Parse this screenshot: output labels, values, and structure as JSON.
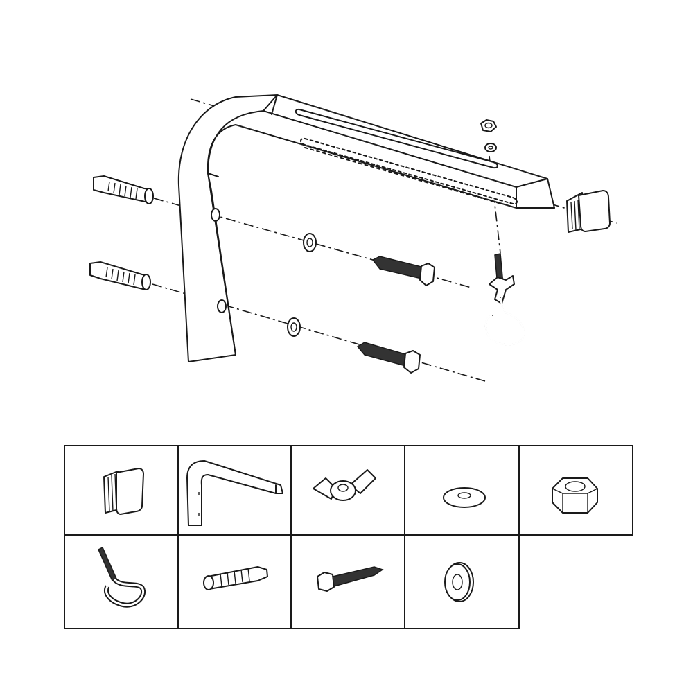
{
  "diagram": {
    "type": "exploded-assembly",
    "line_color": "#1a1a1a",
    "background": "#ffffff",
    "assembly_parts": [
      "bracket",
      "end-cap",
      "nut",
      "washer-small",
      "hook-with-wing-nut",
      "wall-plug",
      "wall-plug",
      "washer",
      "washer",
      "lag-screw",
      "lag-screw"
    ],
    "parts_table": {
      "rows": [
        [
          "end-cap-icon",
          "bracket-icon",
          "wing-nut-icon",
          "flat-washer-icon",
          "hex-nut-icon"
        ],
        [
          "hook-icon",
          "wall-plug-icon",
          "lag-screw-icon",
          "thick-washer-icon"
        ]
      ]
    }
  }
}
